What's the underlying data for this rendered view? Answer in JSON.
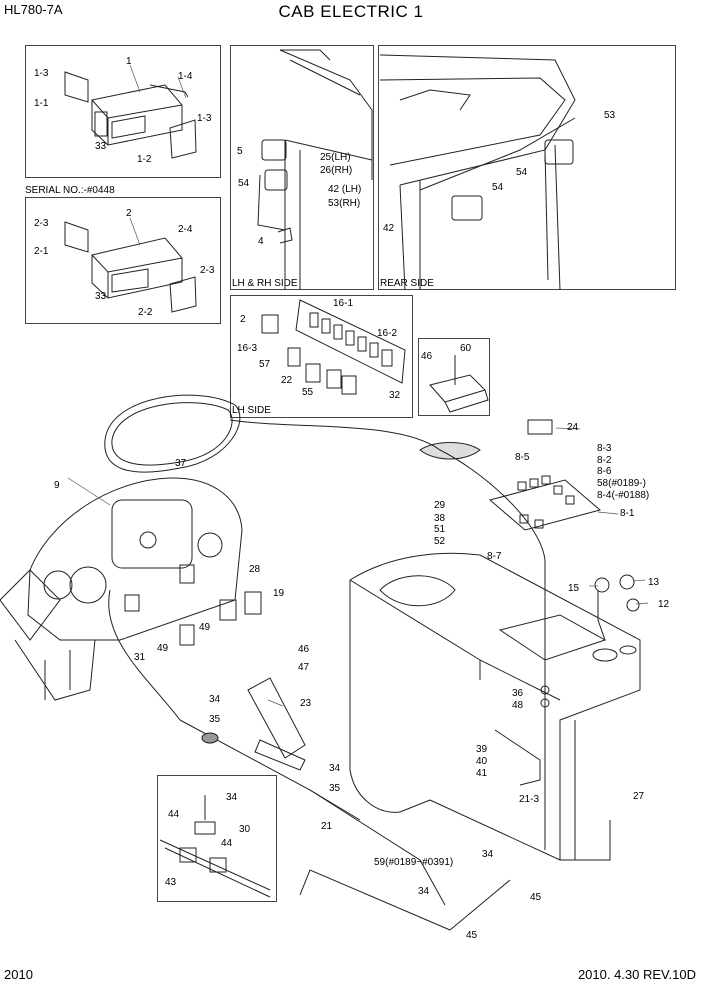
{
  "header": {
    "model": "HL780-7A",
    "title": "CAB ELECTRIC 1"
  },
  "footer": {
    "page_number": "2010",
    "revision": "2010. 4.30  REV.10D"
  },
  "panels": {
    "serial_note": "SERIAL NO.:-#0448",
    "lh_rh_side": "LH & RH SIDE",
    "rear_side": "REAR SIDE",
    "lh_side": "LH SIDE"
  },
  "callouts": [
    "1",
    "1-3",
    "1-4",
    "1-1",
    "1-3",
    "33",
    "1-2",
    "2",
    "2-3",
    "2-4",
    "2-1",
    "2-3",
    "33",
    "2-2",
    "5",
    "25(LH)",
    "26(RH)",
    "54",
    "42 (LH)",
    "53(RH)",
    "4",
    "53",
    "54",
    "54",
    "42",
    "16-1",
    "2",
    "16-2",
    "16-3",
    "57",
    "22",
    "55",
    "32",
    "46",
    "60",
    "24",
    "8-3",
    "8-5",
    "8-2",
    "8-6",
    "58(#0189-)",
    "8-4(-#0188)",
    "29",
    "8-1",
    "38",
    "51",
    "52",
    "8-7",
    "9",
    "37",
    "28",
    "19",
    "49",
    "49",
    "31",
    "15",
    "13",
    "12",
    "46",
    "47",
    "34",
    "35",
    "23",
    "36",
    "48",
    "39",
    "40",
    "41",
    "34",
    "35",
    "21-3",
    "27",
    "21",
    "34",
    "30",
    "44",
    "44",
    "43",
    "59(#0189~#0391)",
    "34",
    "45",
    "34",
    "45"
  ]
}
